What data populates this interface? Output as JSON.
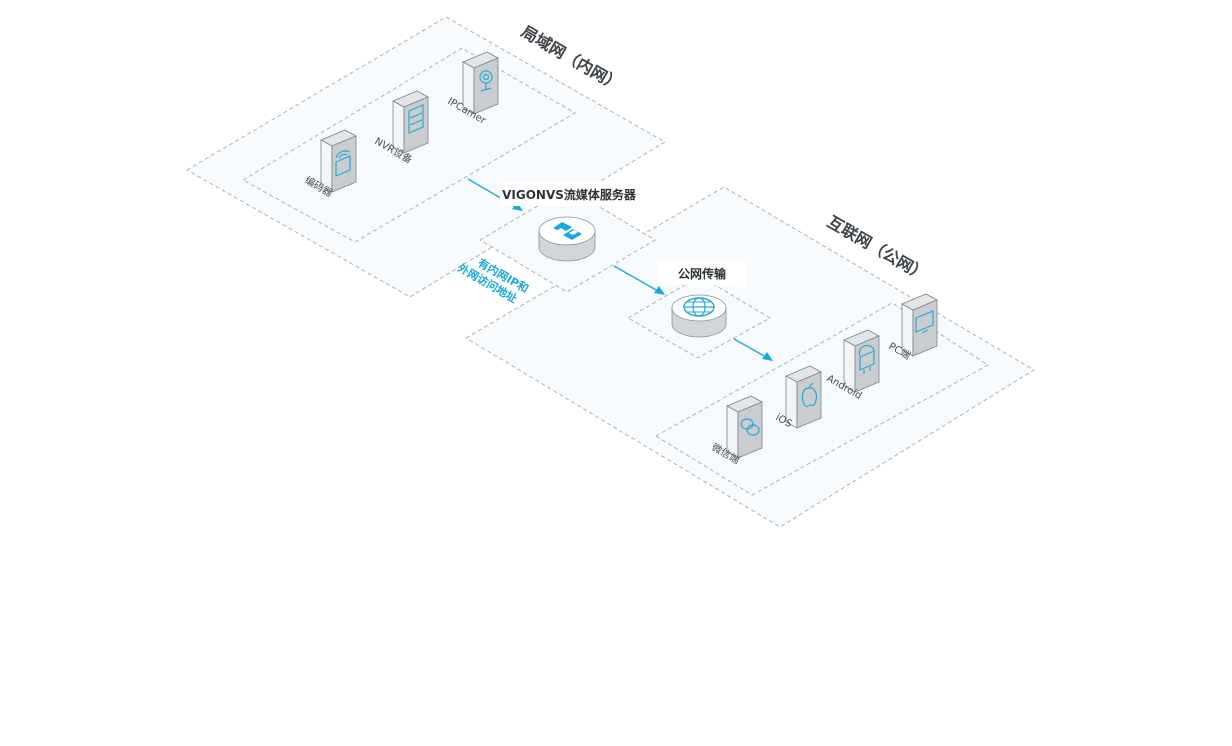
{
  "zones": {
    "lan_title": "局域网（内网）",
    "wan_title": "互联网（公网）"
  },
  "devices": {
    "lan": [
      {
        "label": "IPCamer",
        "icon": "camera-icon"
      },
      {
        "label": "NVR设备",
        "icon": "nvr-icon"
      },
      {
        "label": "编码器",
        "icon": "encoder-icon"
      }
    ],
    "clients": [
      {
        "label": "PC端",
        "icon": "monitor-icon"
      },
      {
        "label": "Android",
        "icon": "android-icon"
      },
      {
        "label": "iOS",
        "icon": "apple-icon"
      },
      {
        "label": "微信端",
        "icon": "wechat-icon"
      }
    ]
  },
  "nodes": {
    "server_label": "VIGONVS流媒体服务器",
    "transfer_label": "公网传输"
  },
  "note": {
    "line1": "有内网IP和",
    "line2": "外网访问地址"
  },
  "colors": {
    "accent": "#1aa9dc",
    "zone_fill": "#f7fbfd",
    "zone_stroke": "#a9b3bb"
  }
}
